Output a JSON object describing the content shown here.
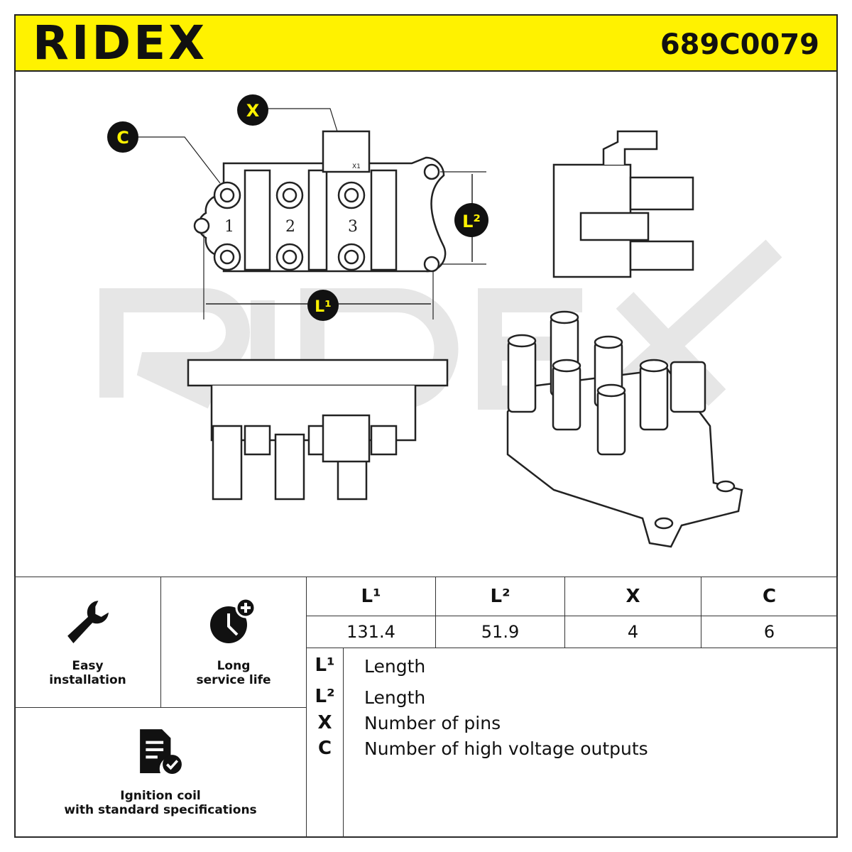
{
  "header": {
    "brand": "RIDEX",
    "part_number": "689C0079"
  },
  "drawing": {
    "watermark": "RIDEX",
    "callouts": {
      "x": "X",
      "c": "C",
      "l1": "L¹",
      "l2": "L²"
    },
    "coil_numbers": [
      "1",
      "2",
      "3"
    ],
    "connector_label": "X1"
  },
  "features": [
    {
      "icon": "wrench-icon",
      "label": "Easy\ninstallation"
    },
    {
      "icon": "clock-plus-icon",
      "label": "Long\nservice life"
    },
    {
      "icon": "document-check-icon",
      "label": "Ignition coil\nwith standard specifications"
    }
  ],
  "specs": {
    "headers": [
      "L¹",
      "L²",
      "X",
      "C"
    ],
    "values": [
      "131.4",
      "51.9",
      "4",
      "6"
    ]
  },
  "legend": [
    {
      "key": "L¹",
      "text": "Length"
    },
    {
      "key": "L²",
      "text": "Length"
    },
    {
      "key": "X",
      "text": "Number of pins"
    },
    {
      "key": "C",
      "text": "Number of high voltage outputs"
    }
  ],
  "colors": {
    "brand_yellow": "#fff200",
    "line": "#222222",
    "watermark": "#e6e6e6"
  }
}
